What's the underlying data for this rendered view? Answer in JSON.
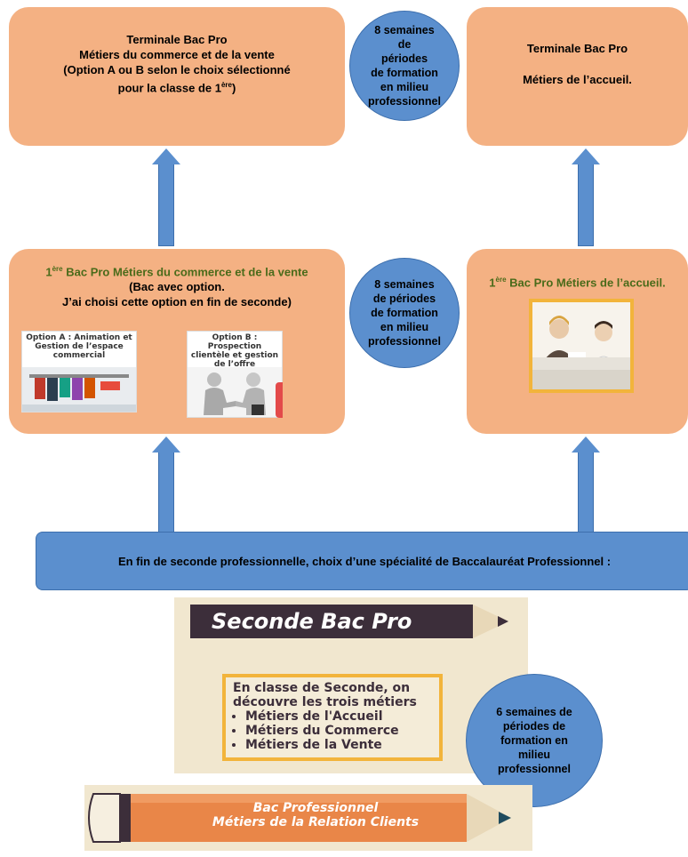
{
  "top_left": {
    "line1": "Terminale Bac Pro",
    "line2": "Métiers du commerce et de la vente",
    "line3": "(Option A ou B selon le choix sélectionné",
    "line4_pre": "pour la classe de 1",
    "line4_sup": "ère",
    "line4_post": ")"
  },
  "top_circle": {
    "l1": "8 semaines",
    "l2": "de",
    "l3": "périodes",
    "l4": "de formation",
    "l5": "en milieu",
    "l6": "professionnel"
  },
  "top_right": {
    "line1": "Terminale Bac Pro",
    "line2": "Métiers de l’accueil."
  },
  "mid_left": {
    "num": "1",
    "sup": "ère",
    "title": " Bac Pro Métiers du commerce et de la vente",
    "line2": "(Bac avec option.",
    "line3": "J’ai choisi cette option en fin de seconde)",
    "option_a": "Option A : Animation et Gestion de l’espace commercial",
    "option_b": "Option B : Prospection clientèle et gestion de l’offre commerciale"
  },
  "mid_circle": {
    "l1": "8 semaines",
    "l2": "de périodes",
    "l3": "de formation",
    "l4": "en milieu",
    "l5": "professionnel"
  },
  "mid_right": {
    "num": "1",
    "sup": "ère",
    "title": " Bac Pro Métiers de l’accueil."
  },
  "banner": {
    "text": "En fin de seconde professionnelle, choix d’une spécialité de Baccalauréat Professionnel :"
  },
  "poster": {
    "title": "Seconde Bac Pro",
    "intro1": "En classe de Seconde, on",
    "intro2": "découvre les trois métiers",
    "items": [
      "Métiers de l'Accueil",
      "Métiers du Commerce",
      "Métiers de la Vente"
    ]
  },
  "bottom_circle": {
    "l1": "6 semaines de",
    "l2": "périodes de",
    "l3": "formation en",
    "l4": "milieu",
    "l5": "professionnel"
  },
  "pencil": {
    "line1": "Bac Professionnel",
    "line2": "Métiers de la Relation Clients"
  },
  "colors": {
    "box": "#f4b183",
    "circle": "#5b8fce",
    "title_green": "#4a6b1a"
  }
}
